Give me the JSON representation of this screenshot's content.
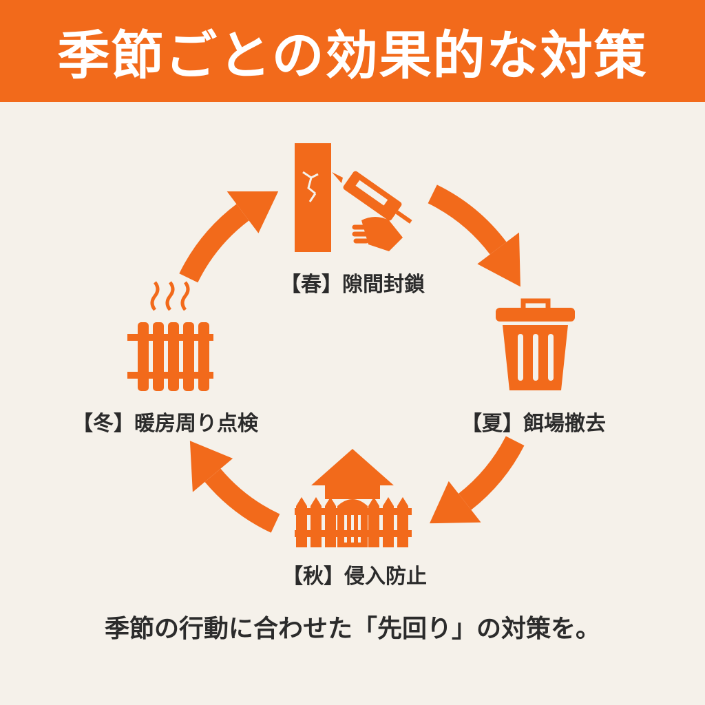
{
  "title": "季節ごとの効果的な対策",
  "colors": {
    "accent": "#f26a1b",
    "background": "#f5f1ea",
    "text": "#2b2b2b"
  },
  "seasons": [
    {
      "label": "【春】隙間封鎖",
      "icon": "caulking-gun-wall-icon"
    },
    {
      "label": "【夏】餌場撤去",
      "icon": "trash-can-icon"
    },
    {
      "label": "【秋】侵入防止",
      "icon": "house-fence-icon"
    },
    {
      "label": "【冬】暖房周り点検",
      "icon": "radiator-icon"
    }
  ],
  "footer": "季節の行動に合わせた「先回り」の対策を。"
}
